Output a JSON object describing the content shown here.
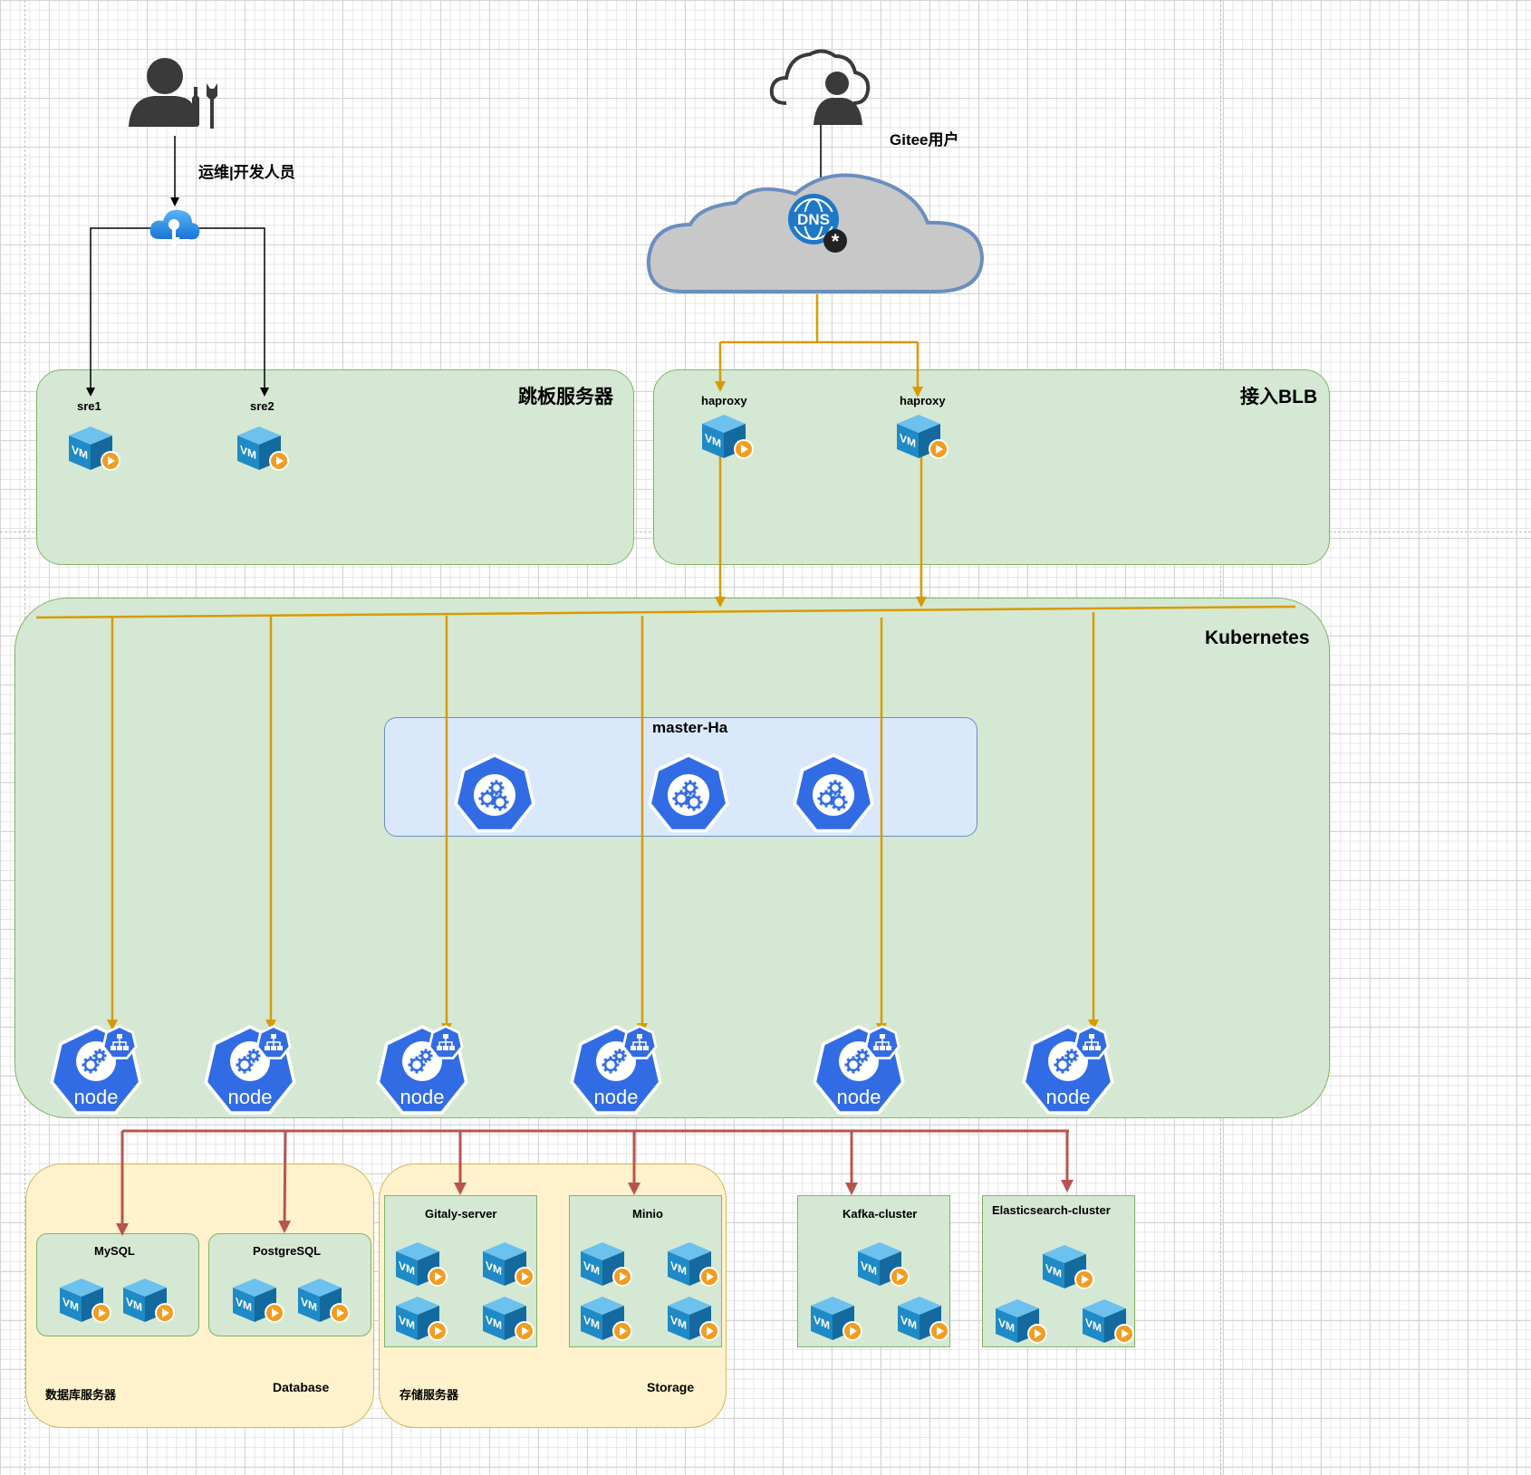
{
  "people": {
    "ops_label": "运维|开发人员",
    "gitee_label": "Gitee用户"
  },
  "dns": {
    "label": "DNS"
  },
  "jump_zone": {
    "title": "跳板服务器",
    "servers": [
      "sre1",
      "sre2"
    ]
  },
  "blb_zone": {
    "title": "接入BLB",
    "servers": [
      "haproxy",
      "haproxy"
    ]
  },
  "k8s_zone": {
    "title": "Kubernetes",
    "master_title": "master-Ha",
    "node_label": "node"
  },
  "vm_label": "VM",
  "db_zone": {
    "title": "Database",
    "subtitle": "数据库服务器",
    "mysql": "MySQL",
    "postgres": "PostgreSQL"
  },
  "storage_zone": {
    "title": "Storage",
    "subtitle": "存储服务器",
    "gitaly": "Gitaly-server",
    "minio": "Minio"
  },
  "kafka": "Kafka-cluster",
  "elastic": "Elasticsearch-cluster",
  "colors": {
    "zone_green": "#d5e8d4",
    "zone_blue": "#dae8fc",
    "zone_yellow": "#fff2cc",
    "orange_link": "#d79b00",
    "red_link": "#b85450",
    "k8s_blue": "#326ce5",
    "vm_blue": "#1f8ac6",
    "vm_play": "#f39c1f"
  }
}
